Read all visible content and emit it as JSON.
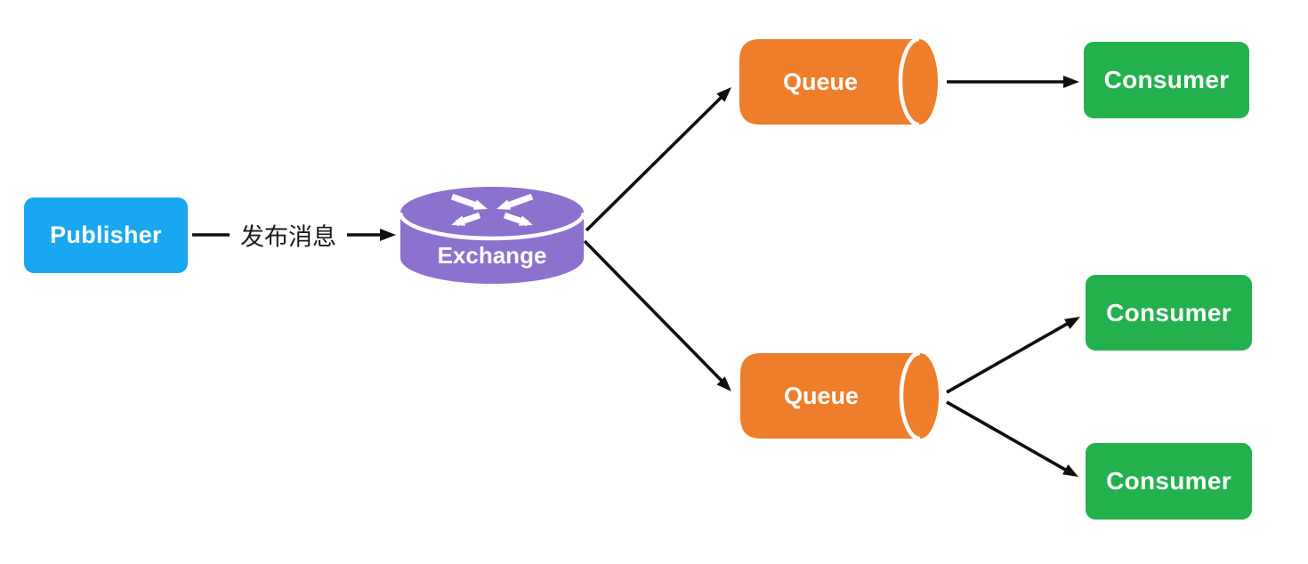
{
  "colors": {
    "background": "#ffffff",
    "publisher-blue": "#1aa7f2",
    "exchange-purple": "#8c72ce",
    "queue-orange": "#ee7e2c",
    "consumer-green": "#23b14d",
    "arrow-black": "#0f0f0f",
    "node-text-white": "#ffffff",
    "edge-label-black": "#1a1a1a"
  },
  "diagram": {
    "type": "message-broker-flow",
    "nodes": {
      "publisher": {
        "label": "Publisher",
        "shape": "rounded-rect"
      },
      "exchange": {
        "label": "Exchange",
        "shape": "cylinder-vertical",
        "icon": "router-arrows-icon"
      },
      "queue1": {
        "label": "Queue",
        "shape": "cylinder-horizontal"
      },
      "queue2": {
        "label": "Queue",
        "shape": "cylinder-horizontal"
      },
      "consumer1": {
        "label": "Consumer",
        "shape": "rounded-rect"
      },
      "consumer2": {
        "label": "Consumer",
        "shape": "rounded-rect"
      },
      "consumer3": {
        "label": "Consumer",
        "shape": "rounded-rect"
      }
    },
    "edges": [
      {
        "from": "publisher",
        "to": "exchange",
        "label": "发布消息"
      },
      {
        "from": "exchange",
        "to": "queue1",
        "label": ""
      },
      {
        "from": "exchange",
        "to": "queue2",
        "label": ""
      },
      {
        "from": "queue1",
        "to": "consumer1",
        "label": ""
      },
      {
        "from": "queue2",
        "to": "consumer2",
        "label": ""
      },
      {
        "from": "queue2",
        "to": "consumer3",
        "label": ""
      }
    ]
  }
}
